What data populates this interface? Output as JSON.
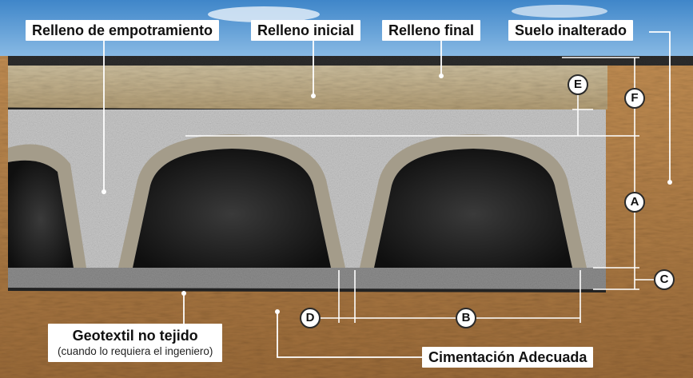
{
  "labels": {
    "embedment_backfill": "Relleno de empotramiento",
    "initial_backfill": "Relleno inicial",
    "final_backfill": "Relleno final",
    "undisturbed_soil": "Suelo inalterado",
    "geotextile": "Geotextil no tejido",
    "geotextile_note": "(cuando lo requiera el ingeniero)",
    "foundation": "Cimentación Adecuada"
  },
  "dimensions": {
    "a": "A",
    "b": "B",
    "c": "C",
    "d": "D",
    "e": "E",
    "f": "F"
  },
  "colors": {
    "sky": "#5d9ad3",
    "road_surface": "#2e2e2e",
    "final_fill": "#b9a886",
    "initial_fill_band": "#c4b08a",
    "embedment_gravel": "#c9c9c9",
    "chamber_shell": "#a49c8a",
    "chamber_interior": "#1f1f1f",
    "foundation_stone": "#8e8e8e",
    "geotextile": "#222222",
    "native_soil": "#b07c45"
  }
}
